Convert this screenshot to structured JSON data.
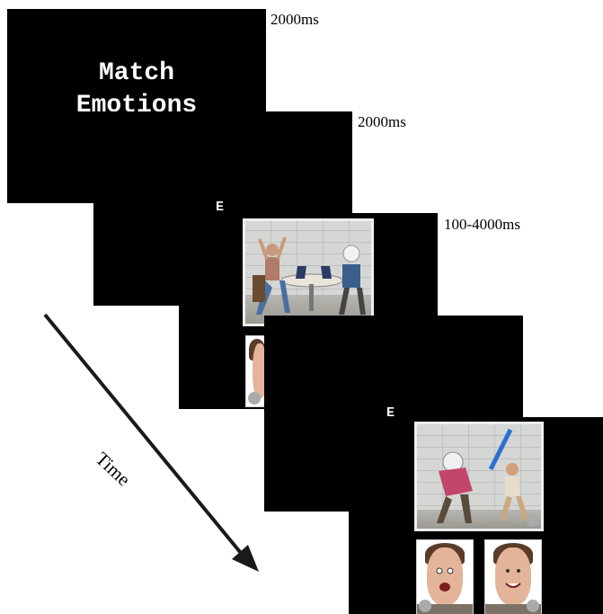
{
  "title_screen": {
    "line1": "Match",
    "line2": "Emotions"
  },
  "durations": {
    "title": "2000ms",
    "cue": "2000ms",
    "trial": "100-4000ms"
  },
  "cue_letter": "E",
  "axis_label": "Time",
  "icons": {
    "face_badge_left": "swirl-icon",
    "face_badge_right": "plus-icon",
    "scene_marker": "swirl-icon"
  },
  "colors": {
    "screen": "#000000",
    "arrow": "#1a1a1a"
  }
}
